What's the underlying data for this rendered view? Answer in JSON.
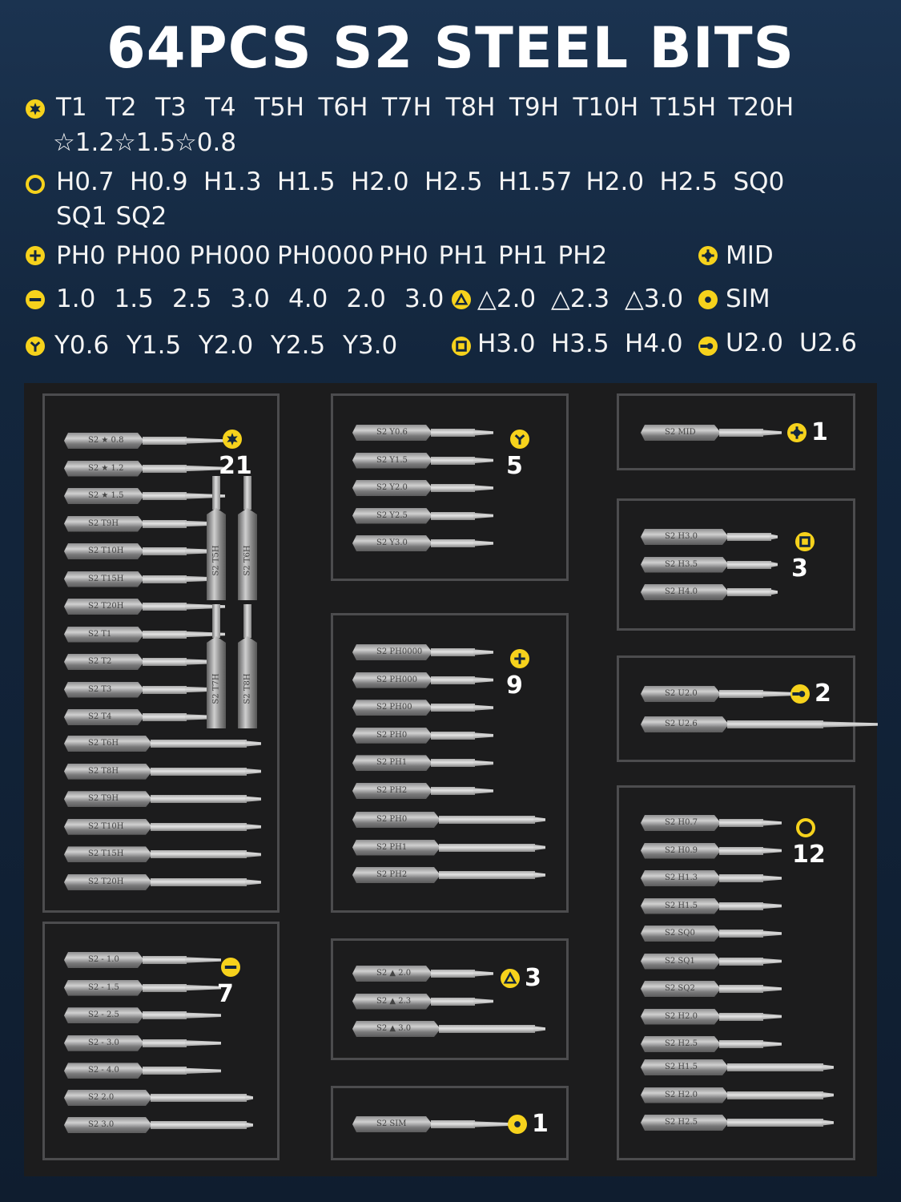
{
  "title": "64PCS S2 STEEL BITS",
  "legend": {
    "torx_row1": [
      "T1",
      "T2",
      "T3",
      "T4",
      "T5H",
      "T6H",
      "T7H",
      "T8H",
      "T9H",
      "T10H",
      "T15H",
      "T20H"
    ],
    "torx_row2": [
      "☆1.2",
      "☆1.5",
      "☆0.8"
    ],
    "hex_row1": [
      "H0.7",
      "H0.9",
      "H1.3",
      "H1.5",
      "H2.0",
      "H2.5",
      "H1.57",
      "H2.0",
      "H2.5",
      "SQ0"
    ],
    "hex_row2": [
      "SQ1",
      "SQ2"
    ],
    "phillips": [
      "PH0",
      "PH00",
      "PH000",
      "PH0000",
      "PH0",
      "PH1",
      "PH1",
      "PH2"
    ],
    "mid": "MID",
    "slotted": [
      "1.0",
      "1.5",
      "2.5",
      "3.0",
      "4.0",
      "2.0",
      "3.0"
    ],
    "tri": [
      "△2.0",
      "△2.3",
      "△3.0"
    ],
    "sim": "SIM",
    "y": [
      "Y0.6",
      "Y1.5",
      "Y2.0",
      "Y2.5",
      "Y3.0"
    ],
    "sqh": [
      "H3.0",
      "H3.5",
      "H4.0"
    ],
    "u": [
      "U2.0",
      "U2.6"
    ]
  },
  "colors": {
    "accent": "#f6d21c",
    "background": "#13263d",
    "tray": "#1c1c1d"
  },
  "tray": {
    "torx": {
      "count": "21",
      "icon": "torx-icon",
      "bits": [
        "S2 ★ 0.8",
        "S2 ★ 1.2",
        "S2 ★ 1.5",
        "S2 T9H",
        "S2 T10H",
        "S2 T15H",
        "S2 T20H",
        "S2 T1",
        "S2 T2",
        "S2 T3",
        "S2 T4"
      ],
      "long_bits": [
        "S2 T6H",
        "S2 T8H",
        "S2 T9H",
        "S2 T10H",
        "S2 T15H",
        "S2 T20H"
      ],
      "vertical_bits": [
        "S2 T5H",
        "S2 T6H",
        "S2 T7H",
        "S2 T8H"
      ]
    },
    "slotted": {
      "count": "7",
      "icon": "slotted-icon",
      "bits": [
        "S2 - 1.0",
        "S2 - 1.5",
        "S2 - 2.5",
        "S2 - 3.0",
        "S2 - 4.0"
      ],
      "long_bits": [
        "S2 2.0",
        "S2 3.0"
      ]
    },
    "y": {
      "count": "5",
      "icon": "y-tip-icon",
      "bits": [
        "S2 Y0.6",
        "S2 Y1.5",
        "S2 Y2.0",
        "S2 Y2.5",
        "S2 Y3.0"
      ]
    },
    "phillips": {
      "count": "9",
      "icon": "phillips-icon",
      "bits": [
        "S2 PH0000",
        "S2 PH000",
        "S2 PH00",
        "S2 PH0",
        "S2 PH1",
        "S2 PH2"
      ],
      "long_bits": [
        "S2 PH0",
        "S2 PH1",
        "S2 PH2"
      ]
    },
    "tri": {
      "count": "3",
      "icon": "triangle-icon",
      "bits": [
        "S2 ▲ 2.0",
        "S2 ▲ 2.3"
      ],
      "long_bits": [
        "S2 ▲ 3.0"
      ]
    },
    "sim": {
      "count": "1",
      "icon": "sim-pin-icon",
      "bits": [
        "S2 SIM"
      ]
    },
    "mid": {
      "count": "1",
      "icon": "mid-icon",
      "bits": [
        "S2 MID"
      ]
    },
    "sqh": {
      "count": "3",
      "icon": "square-icon",
      "bits": [
        "S2 H3.0",
        "S2 H3.5",
        "S2 H4.0"
      ]
    },
    "u": {
      "count": "2",
      "icon": "u-tip-icon",
      "bits": [
        "S2 U2.0",
        "S2 U2.6"
      ]
    },
    "hex": {
      "count": "12",
      "icon": "hex-icon",
      "bits": [
        "S2 H0.7",
        "S2 H0.9",
        "S2 H1.3",
        "S2 H1.5",
        "S2 SQ0",
        "S2 SQ1",
        "S2 SQ2",
        "S2 H2.0",
        "S2 H2.5"
      ],
      "long_bits": [
        "S2 H1.5",
        "S2 H2.0",
        "S2 H2.5"
      ]
    }
  }
}
